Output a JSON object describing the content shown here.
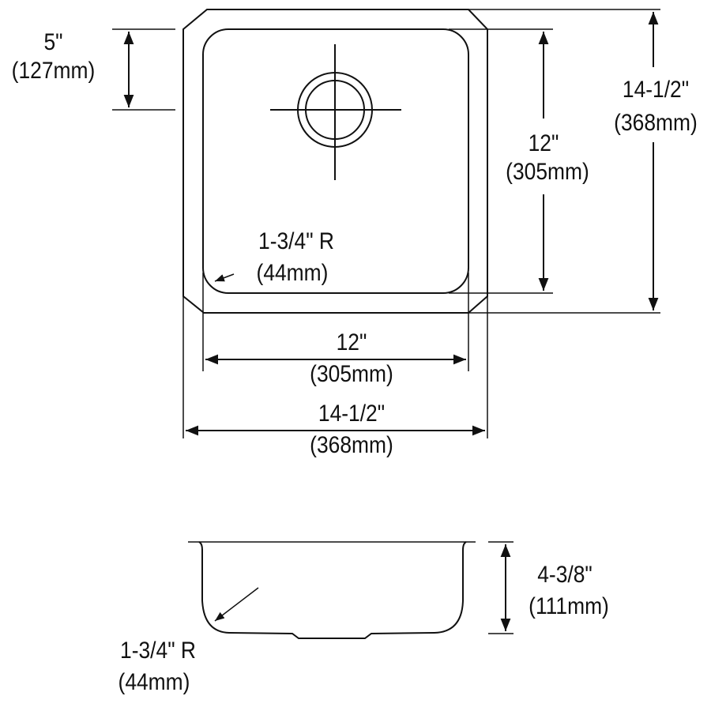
{
  "diagram": {
    "subject": "Undermount single-bowl sink dimension drawing",
    "top_view": {
      "overall_width": {
        "in": "14-1/2\"",
        "mm": "(368mm)"
      },
      "overall_depth": {
        "in": "14-1/2\"",
        "mm": "(368mm)"
      },
      "bowl_width": {
        "in": "12\"",
        "mm": "(305mm)"
      },
      "bowl_length": {
        "in": "12\"",
        "mm": "(305mm)"
      },
      "drain_offset": {
        "in": "5\"",
        "mm": "(127mm)"
      },
      "corner_radius": {
        "in": "1-3/4\" R",
        "mm": "(44mm)"
      }
    },
    "side_view": {
      "depth": {
        "in": "4-3/8\"",
        "mm": "(111mm)"
      },
      "corner_radius": {
        "in": "1-3/4\" R",
        "mm": "(44mm)"
      }
    }
  }
}
